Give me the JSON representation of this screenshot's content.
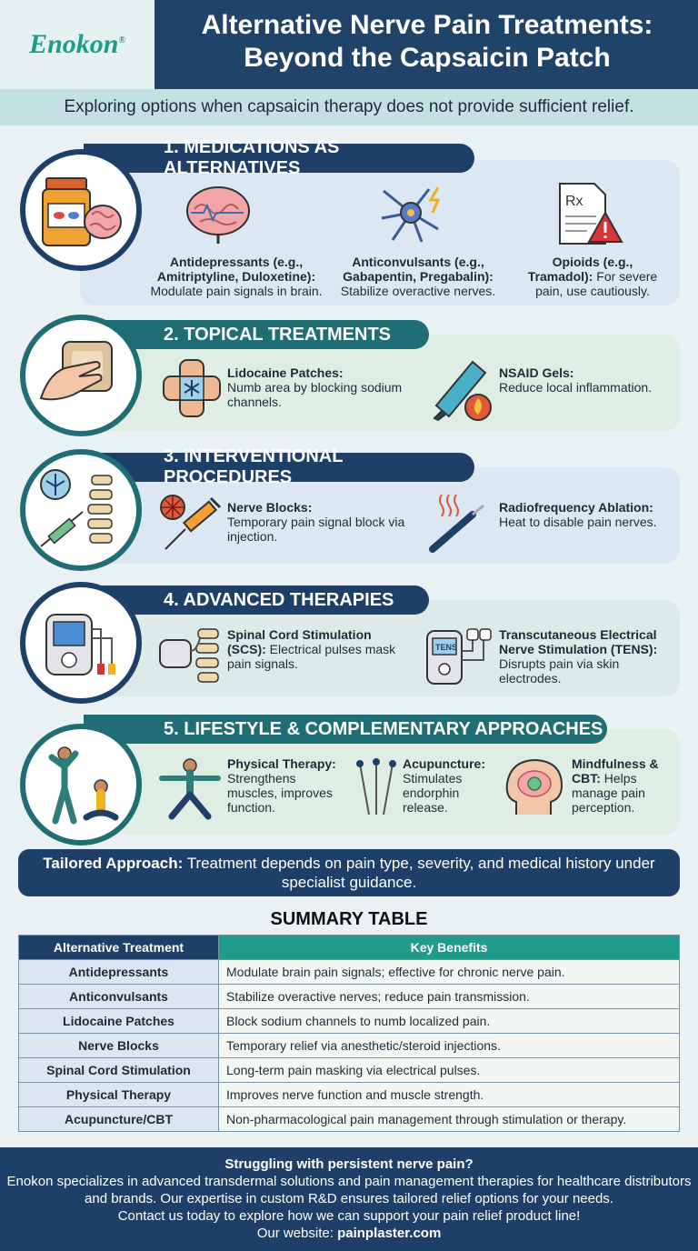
{
  "header": {
    "logo": "Enokon",
    "logo_mark": "®",
    "title_line1": "Alternative Nerve Pain Treatments:",
    "title_line2": "Beyond the Capsaicin Patch",
    "subtitle": "Exploring options when capsaicin therapy does not provide sufficient relief."
  },
  "sections": [
    {
      "title": "1. MEDICATIONS AS ALTERNATIVES",
      "items": [
        {
          "bold": "Antidepressants (e.g., Amitriptyline, Duloxetine):",
          "text": "Modulate pain signals in brain.",
          "icon": "brain-icon"
        },
        {
          "bold": "Anticonvulsants (e.g., Gabapentin, Pregabalin):",
          "text": "Stabilize overactive nerves.",
          "icon": "neuron-icon"
        },
        {
          "bold": "Opioids (e.g., Tramadol):",
          "text": "For severe pain, use cautiously.",
          "icon": "prescription-warning-icon"
        }
      ]
    },
    {
      "title": "2. TOPICAL TREATMENTS",
      "items": [
        {
          "bold": "Lidocaine Patches:",
          "text": "Numb area by blocking sodium channels.",
          "icon": "patch-icon"
        },
        {
          "bold": "NSAID Gels:",
          "text": "Reduce local inflammation.",
          "icon": "gel-tube-icon"
        }
      ]
    },
    {
      "title": "3. INTERVENTIONAL PROCEDURES",
      "items": [
        {
          "bold": "Nerve Blocks:",
          "text": "Temporary pain signal block via injection.",
          "icon": "syringe-icon"
        },
        {
          "bold": "Radiofrequency Ablation:",
          "text": "Heat to disable pain nerves.",
          "icon": "probe-icon"
        }
      ]
    },
    {
      "title": "4. ADVANCED THERAPIES",
      "items": [
        {
          "bold": "Spinal Cord Stimulation (SCS):",
          "text": "Electrical pulses mask pain signals.",
          "icon": "stimulator-icon"
        },
        {
          "bold": "Transcutaneous Electrical Nerve Stimulation (TENS):",
          "text": "Disrupts pain via skin electrodes.",
          "icon": "tens-device-icon",
          "device_label": "TENS"
        }
      ]
    },
    {
      "title": "5. LIFESTYLE & COMPLEMENTARY APPROACHES",
      "items": [
        {
          "bold": "Physical Therapy:",
          "text": "Strengthens muscles, improves function.",
          "icon": "exercise-icon"
        },
        {
          "bold": "Acupuncture:",
          "text": "Stimulates endorphin release.",
          "icon": "needles-icon"
        },
        {
          "bold": "Mindfulness & CBT:",
          "text": "Helps manage pain perception.",
          "icon": "mind-icon"
        }
      ]
    }
  ],
  "tailored": {
    "bold": "Tailored Approach:",
    "text": "Treatment depends on pain type, severity, and medical history under specialist guidance."
  },
  "summary": {
    "title": "SUMMARY TABLE",
    "headers": [
      "Alternative Treatment",
      "Key Benefits"
    ],
    "rows": [
      [
        "Antidepressants",
        "Modulate brain pain signals; effective for chronic nerve pain."
      ],
      [
        "Anticonvulsants",
        "Stabilize overactive nerves; reduce pain transmission."
      ],
      [
        "Lidocaine Patches",
        "Block sodium channels to numb localized pain."
      ],
      [
        "Nerve Blocks",
        "Temporary relief via anesthetic/steroid injections."
      ],
      [
        "Spinal Cord Stimulation",
        "Long-term pain masking via electrical pulses."
      ],
      [
        "Physical Therapy",
        "Improves nerve function and muscle strength."
      ],
      [
        "Acupuncture/CBT",
        "Non-pharmacological pain management through stimulation or therapy."
      ]
    ]
  },
  "footer": {
    "title": "Struggling with persistent nerve pain?",
    "body": "Enokon specializes in advanced transdermal solutions and pain management therapies for healthcare distributors and brands. Our expertise in custom R&D ensures tailored relief options for your needs.",
    "cta": "Contact us today to explore how we can support your pain relief product line!",
    "website_label": "Our website:",
    "website": "painplaster.com"
  },
  "colors": {
    "navy": "#1e4068",
    "teal": "#1f6d75",
    "accent": "#1f9b8b"
  }
}
